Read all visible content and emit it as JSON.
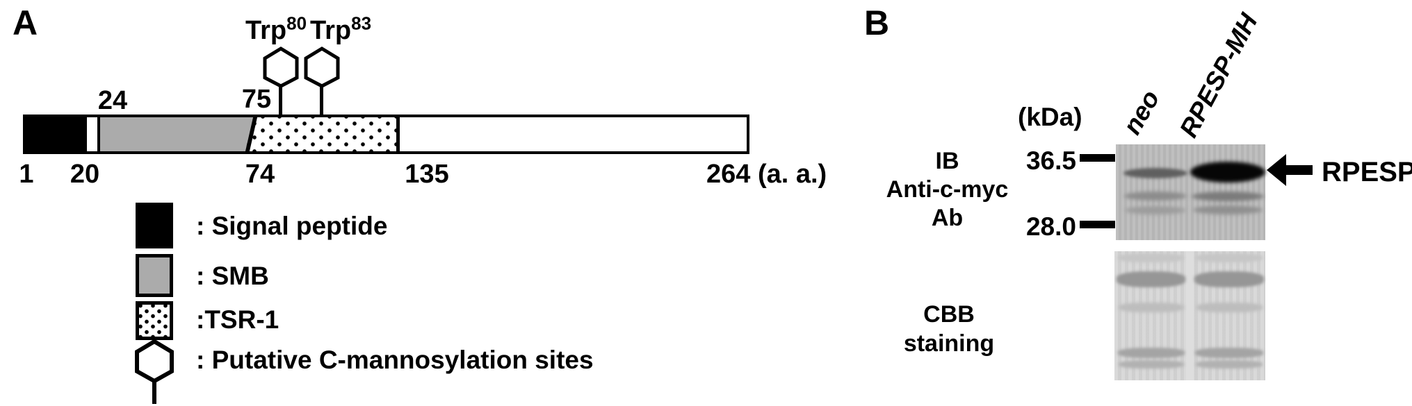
{
  "panel_a": {
    "label": "A",
    "bar": {
      "above_labels": [
        "24",
        "75"
      ],
      "below_labels": [
        "1",
        "20",
        "74",
        "135",
        "264 (a. a.)"
      ]
    },
    "sites": [
      {
        "base": "Trp",
        "sup": "80"
      },
      {
        "base": "Trp",
        "sup": "83"
      }
    ],
    "domains": [
      {
        "name": "Signal peptide",
        "start": 1,
        "end": 20
      },
      {
        "name": "SMB",
        "start": 24,
        "end": 74
      },
      {
        "name": "TSR-1",
        "start": 75,
        "end": 135
      },
      {
        "name": "full length",
        "start": 1,
        "end": 264
      }
    ],
    "legend": [
      {
        "swatch": "signal-peptide",
        "label": ": Signal peptide"
      },
      {
        "swatch": "smb",
        "label": ": SMB"
      },
      {
        "swatch": "tsr-1",
        "label": ":TSR-1"
      },
      {
        "swatch": "c-mannosylation-hexagon",
        "label": ": Putative C-mannosylation sites"
      }
    ]
  },
  "panel_b": {
    "label": "B",
    "kda_label": "(kDa)",
    "lane_labels": [
      "neo",
      "RPESP-MH"
    ],
    "ib_label_lines": [
      "IB",
      "Anti-c-myc",
      "Ab"
    ],
    "markers": [
      "36.5",
      "28.0"
    ],
    "band_arrow_label": "RPESP",
    "cbb_label_lines": [
      "CBB",
      "staining"
    ]
  },
  "colors": {
    "ink": "#000000",
    "smb_gray": "#ababab",
    "ib_blot_bg": "#bcbcbc",
    "cbb_gel_bg": "#d6d6d6"
  }
}
